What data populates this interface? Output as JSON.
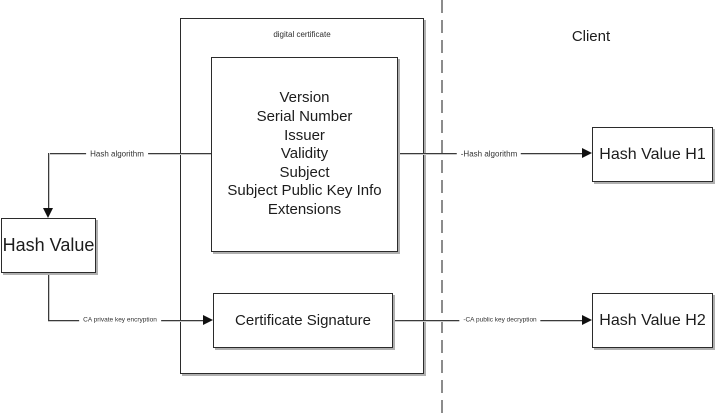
{
  "diagram": {
    "certificate": {
      "title": "digital certificate",
      "fields": [
        "Version",
        "Serial Number",
        "Issuer",
        "Validity",
        "Subject",
        "Subject Public Key Info",
        "Extensions"
      ],
      "signature_label": "Certificate Signature"
    },
    "server_side": {
      "hash_value_label": "Hash Value",
      "hash_algorithm_label": "Hash algorithm",
      "ca_private_key_label": "CA private key encryption"
    },
    "client_side": {
      "title": "Client",
      "hash_algorithm_label": "-Hash algorithm",
      "ca_public_key_label": "-CA public key decryption",
      "hash_value_h1_label": "Hash Value H1",
      "hash_value_h2_label": "Hash Value H2"
    },
    "colors": {
      "line": "#3a3a3a",
      "border": "#2b2b2b",
      "background": "#ffffff",
      "shadow": "#b0b0b0",
      "dashed_separator": "#8c8c8c"
    }
  }
}
